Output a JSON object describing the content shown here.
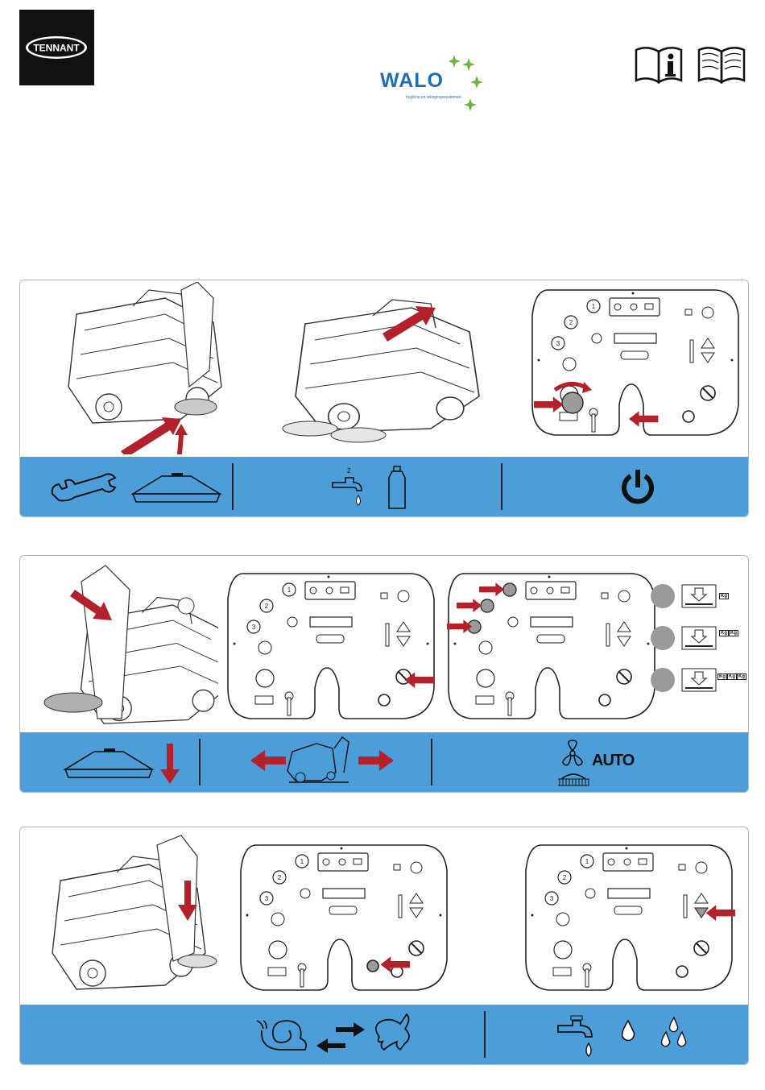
{
  "header": {
    "brand_logo_text": "TENNANT",
    "dealer_logo_text": "WALO",
    "dealer_tagline": "hygiëne en reinigingssystemen",
    "icons": [
      "manual-info-icon",
      "manual-book-icon"
    ]
  },
  "panels": [
    {
      "id": "step-1",
      "figures": [
        "machine-pad-install",
        "machine-tank-fill",
        "control-panel-key-on"
      ],
      "band_icons": [
        "wrench-icon",
        "pad-driver-icon",
        "water-tap-icon",
        "detergent-bottle-icon",
        "power-icon"
      ],
      "tap_label": "2"
    },
    {
      "id": "step-2",
      "figures": [
        "machine-scrub-head-lower",
        "control-panel-scrub-button",
        "control-panel-pressure-buttons"
      ],
      "band_icons": [
        "pad-driver-icon",
        "arrow-down-icon",
        "arrow-left-icon",
        "machine-icon",
        "arrow-right-icon",
        "vacuum-fan-icon",
        "brush-icon"
      ],
      "auto_label": "AUTO",
      "pressure_options": [
        {
          "level": "1",
          "weights": [
            "Kg"
          ]
        },
        {
          "level": "2",
          "weights": [
            "Kg",
            "Kg"
          ]
        },
        {
          "level": "3",
          "weights": [
            "Kg",
            "Kg",
            "Kg"
          ]
        }
      ]
    },
    {
      "id": "step-3",
      "figures": [
        "machine-drive-pedal",
        "control-panel-speed-knob",
        "control-panel-water-flow"
      ],
      "band_icons": [
        "snail-icon",
        "arrow-right-icon",
        "arrow-left-icon",
        "rabbit-icon",
        "water-tap-icon",
        "drop-icon"
      ]
    }
  ],
  "control_panel": {
    "mode_buttons": [
      "1",
      "2",
      "3"
    ],
    "brand_plate": "TENNANT"
  },
  "colors": {
    "band": "#4d9ed8",
    "arrow": "#b3212b",
    "walo_blue": "#1d6fb8",
    "walo_green": "#6db33f"
  }
}
